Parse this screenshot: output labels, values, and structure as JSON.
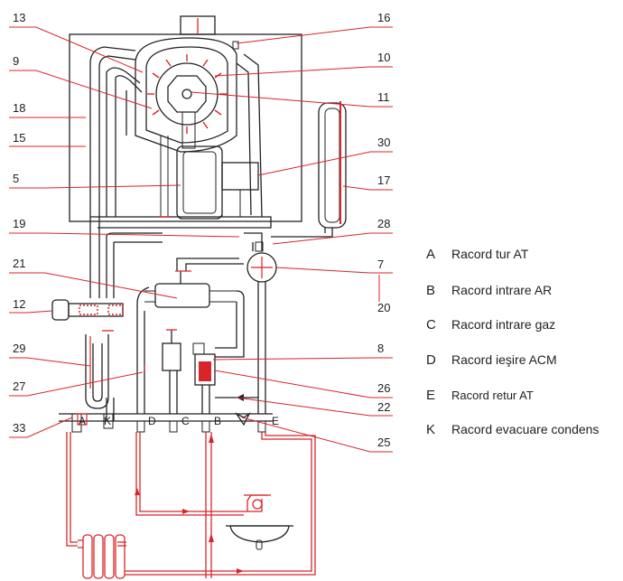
{
  "callouts_left": [
    "13",
    "9",
    "18",
    "15",
    "5",
    "19",
    "21",
    "12",
    "29",
    "27",
    "33"
  ],
  "callouts_right": [
    "16",
    "10",
    "11",
    "30",
    "17",
    "28",
    "7",
    "20",
    "8",
    "26",
    "22",
    "25"
  ],
  "bottom_connections": [
    "A",
    "K",
    "D",
    "C",
    "B",
    "E"
  ],
  "legend": [
    {
      "letter": "A",
      "text": "Racord tur AT"
    },
    {
      "letter": "B",
      "text": "Racord intrare AR"
    },
    {
      "letter": "C",
      "text": "Racord intrare gaz"
    },
    {
      "letter": "D",
      "text": "Racord ieşire ACM"
    },
    {
      "letter": "E",
      "text": "Racord retur AT"
    },
    {
      "letter": "K",
      "text": "Racord evacuare condens"
    }
  ],
  "colors": {
    "accent": "#d8252b",
    "line": "#222222"
  }
}
